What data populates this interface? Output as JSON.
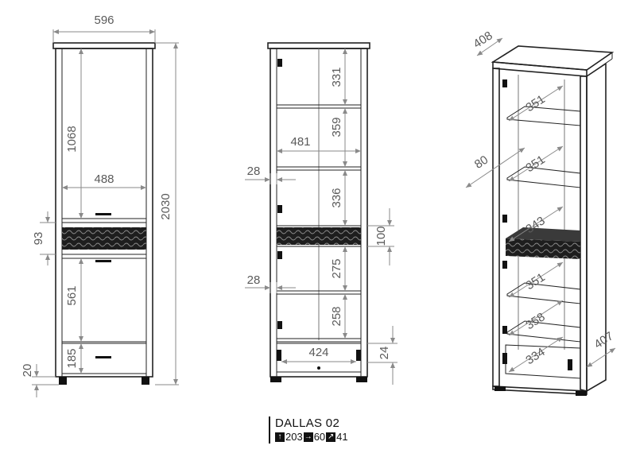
{
  "front_view": {
    "width": "596",
    "height": "2030",
    "top_section_height": "1068",
    "inner_width": "488",
    "band_height": "93",
    "lower_section_height": "561",
    "drawer_height": "185",
    "plinth_height": "20"
  },
  "open_view": {
    "shelf_1": "331",
    "shelf_2": "359",
    "shelf_3": "336",
    "band_height": "100",
    "shelf_4": "275",
    "shelf_5": "258",
    "inner_width": "481",
    "door_offset_top": "28",
    "door_offset_bottom": "28",
    "drawer_width": "424",
    "drawer_height": "24"
  },
  "iso_view": {
    "depth_top": "408",
    "depth_side": "407",
    "door_depth": "80",
    "shelf_depth_1": "351",
    "shelf_depth_2": "351",
    "shelf_depth_3": "343",
    "shelf_depth_4": "351",
    "shelf_depth_5": "358",
    "drawer_depth": "334"
  },
  "caption": {
    "title": "DALLAS 02",
    "height_icon": "arrow-up-icon",
    "height": "203",
    "width_icon": "arrow-right-icon",
    "width": "60",
    "depth_icon": "arrow-diagonal-icon",
    "depth": "41"
  }
}
